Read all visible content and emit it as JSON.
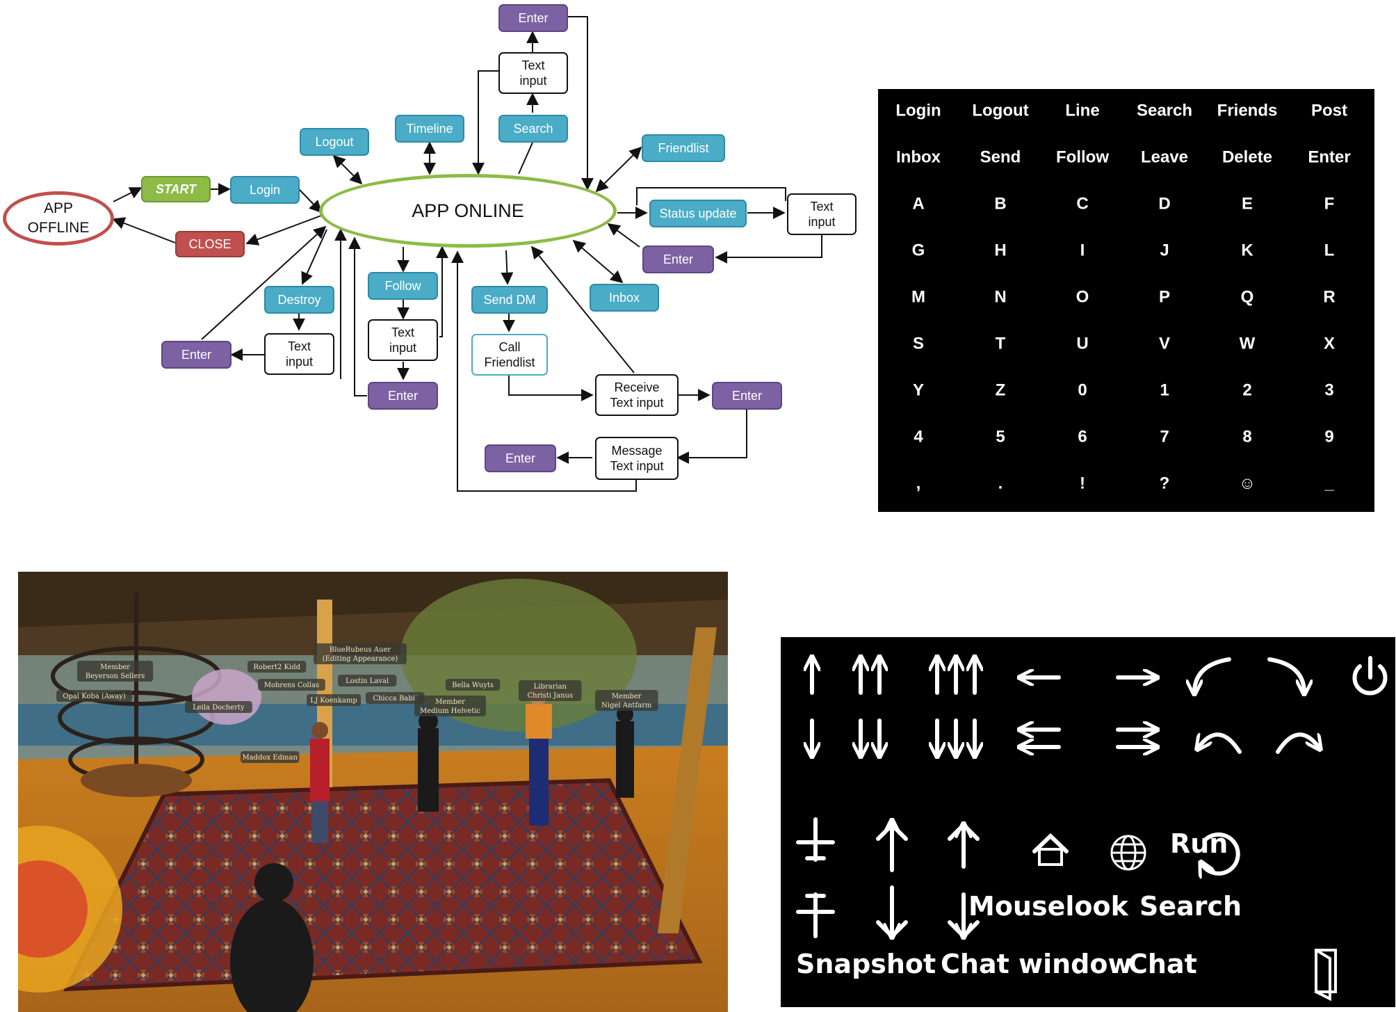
{
  "diagram": {
    "app_offline": "APP\nOFFLINE",
    "app_online": "APP ONLINE",
    "start": "START",
    "login": "Login",
    "close": "CLOSE",
    "logout": "Logout",
    "timeline": "Timeline",
    "search": "Search",
    "search_text_input": "Text\ninput",
    "search_enter": "Enter",
    "friendlist": "Friendlist",
    "status_update": "Status update",
    "status_text_input": "Text\ninput",
    "status_enter": "Enter",
    "inbox": "Inbox",
    "destroy": "Destroy",
    "destroy_text_input": "Text\ninput",
    "destroy_enter": "Enter",
    "follow": "Follow",
    "follow_text_input": "Text\ninput",
    "follow_enter": "Enter",
    "send_dm": "Send DM",
    "call_friendlist": "Call\nFriendlist",
    "receive_text_input": "Receive\nText input",
    "dm_enter": "Enter",
    "message_text_input": "Message\nText input",
    "message_enter": "Enter"
  },
  "keyboard": {
    "rows": [
      [
        "Login",
        "Logout",
        "Line",
        "Search",
        "Friends",
        "Post"
      ],
      [
        "Inbox",
        "Send",
        "Follow",
        "Leave",
        "Delete",
        "Enter"
      ],
      [
        "A",
        "B",
        "C",
        "D",
        "E",
        "F"
      ],
      [
        "G",
        "H",
        "I",
        "J",
        "K",
        "L"
      ],
      [
        "M",
        "N",
        "O",
        "P",
        "Q",
        "R"
      ],
      [
        "S",
        "T",
        "U",
        "V",
        "W",
        "X"
      ],
      [
        "Y",
        "Z",
        "0",
        "1",
        "2",
        "3"
      ],
      [
        "4",
        "5",
        "6",
        "7",
        "8",
        "9"
      ],
      [
        ",",
        ".",
        "!",
        "?",
        "☺",
        "_"
      ]
    ]
  },
  "scene": {
    "name_tags": [
      "Member\nBeyerson Sellers",
      "Opal Koba (Away)",
      "Robert2 Kidd",
      "BlueRubeus Auer\n(Editing Appearance)",
      "Mohrens Collas",
      "Lostin Laval",
      "Leila Docherty",
      "LJ Koenkamp",
      "Chicca Babii",
      "Member\nMedium Helvetic",
      "Bella Wuyts",
      "Librarian\nChristi Janus",
      "Member\nNigel Antfarm",
      "Maddox Edman"
    ]
  },
  "commands": {
    "run": "Run",
    "mouselook": "Mouselook",
    "search": "Search",
    "snapshot": "Snapshot",
    "chat_window": "Chat window",
    "chat": "Chat",
    "icons": [
      "arrow-up-icon",
      "double-arrow-up-icon",
      "triple-arrow-up-icon",
      "arrow-left-icon",
      "arrow-right-icon",
      "turn-left-icon",
      "turn-right-icon",
      "power-icon",
      "arrow-down-icon",
      "double-arrow-down-icon",
      "triple-arrow-down-icon",
      "double-arrow-left-icon",
      "double-arrow-right-icon",
      "rotate-left-icon",
      "rotate-right-icon",
      "fly-icon",
      "fly-up-icon",
      "jump-icon",
      "home-icon",
      "globe-icon",
      "reset-icon",
      "land-icon",
      "fly-down-icon",
      "crouch-icon",
      "door-icon"
    ]
  },
  "colors": {
    "blue_node": "#4aacc6",
    "purple_node": "#7d62a3",
    "green_start": "#8dbb46",
    "red_close": "#c0504d",
    "panel_bg": "#000000",
    "panel_text": "#ffffff"
  }
}
